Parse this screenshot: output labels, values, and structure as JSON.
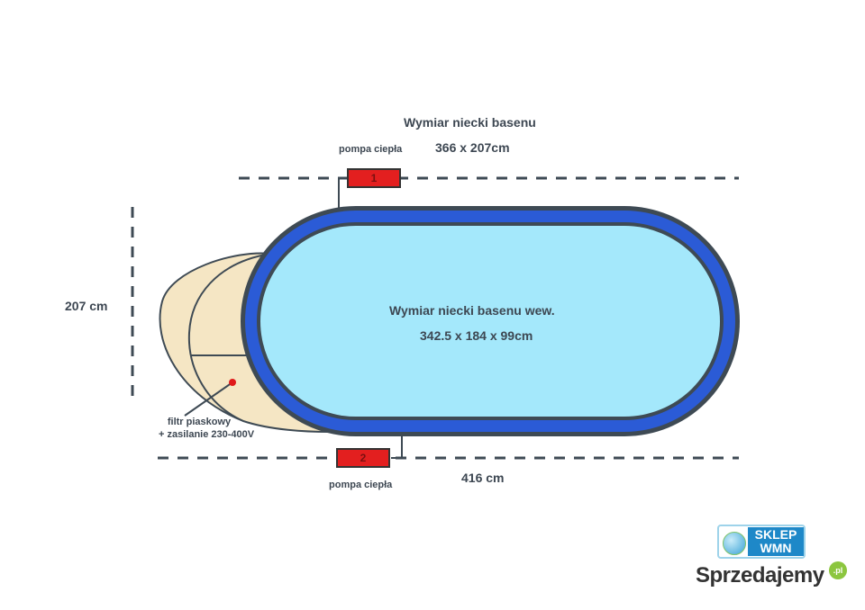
{
  "diagram": {
    "outer_title": "Wymiar niecki basenu",
    "outer_dimensions": "366 x 207cm",
    "inner_title": "Wymiar niecki basenu wew.",
    "inner_dimensions": "342.5 x 184 x 99cm",
    "height_label": "207 cm",
    "length_label": "416 cm",
    "pumps": [
      {
        "label": "pompa ciepła",
        "number": "1"
      },
      {
        "label": "pompa ciepła",
        "number": "2"
      }
    ],
    "filter": {
      "line1": "filtr piaskowy",
      "line2": "+ zasilanie 230-400V"
    },
    "colors": {
      "water": "#a4e8fb",
      "pool_rim": "#2b5bd6",
      "outline": "#3e4a54",
      "filter_area": "#f5e6c4",
      "pump": "#e31f1f",
      "marker": "#e01919"
    }
  },
  "branding": {
    "shop_logo": {
      "line1": "SKLEP",
      "line2": "WMN"
    },
    "marketplace_logo": {
      "name": "Sprzedajemy",
      "badge": ".pl"
    }
  }
}
